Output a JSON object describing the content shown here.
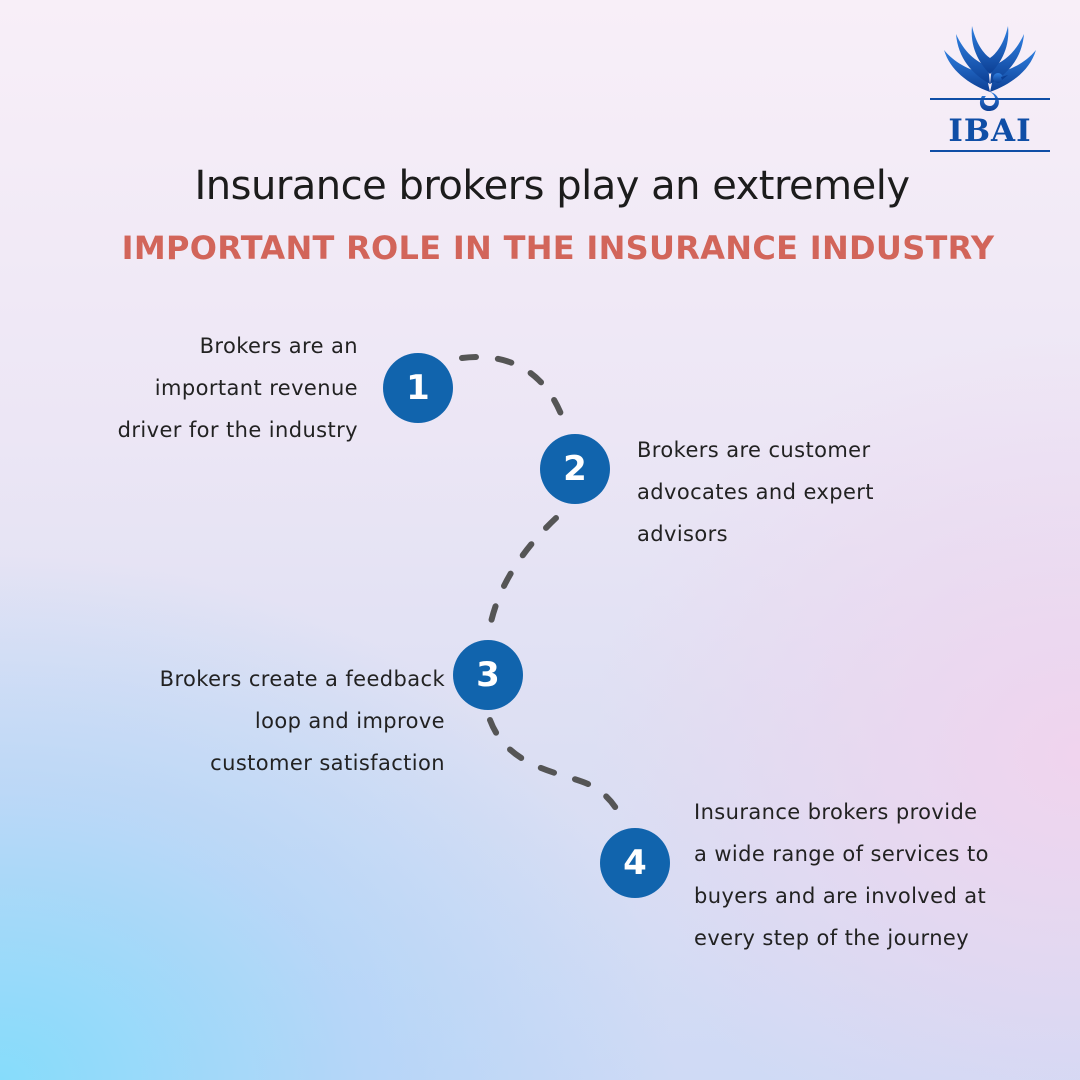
{
  "logo": {
    "text": "IBAI",
    "icon": "phoenix-bird-icon",
    "color": "#0f4ea6"
  },
  "heading": "Insurance brokers play an extremely",
  "subheading": "IMPORTANT ROLE IN THE INSURANCE INDUSTRY",
  "colors": {
    "accent": "#d2655a",
    "circle": "#1164ad",
    "path": "#555555"
  },
  "steps": [
    {
      "number": "1",
      "lines": [
        "Brokers are an",
        "important revenue",
        "driver for the industry"
      ]
    },
    {
      "number": "2",
      "lines": [
        "Brokers are customer",
        "advocates and expert",
        "advisors"
      ]
    },
    {
      "number": "3",
      "lines": [
        "Brokers create a feedback",
        "loop and improve",
        "customer satisfaction"
      ]
    },
    {
      "number": "4",
      "lines": [
        "Insurance brokers provide",
        "a wide range of services to",
        "buyers and are involved at",
        "every step of the journey"
      ]
    }
  ]
}
